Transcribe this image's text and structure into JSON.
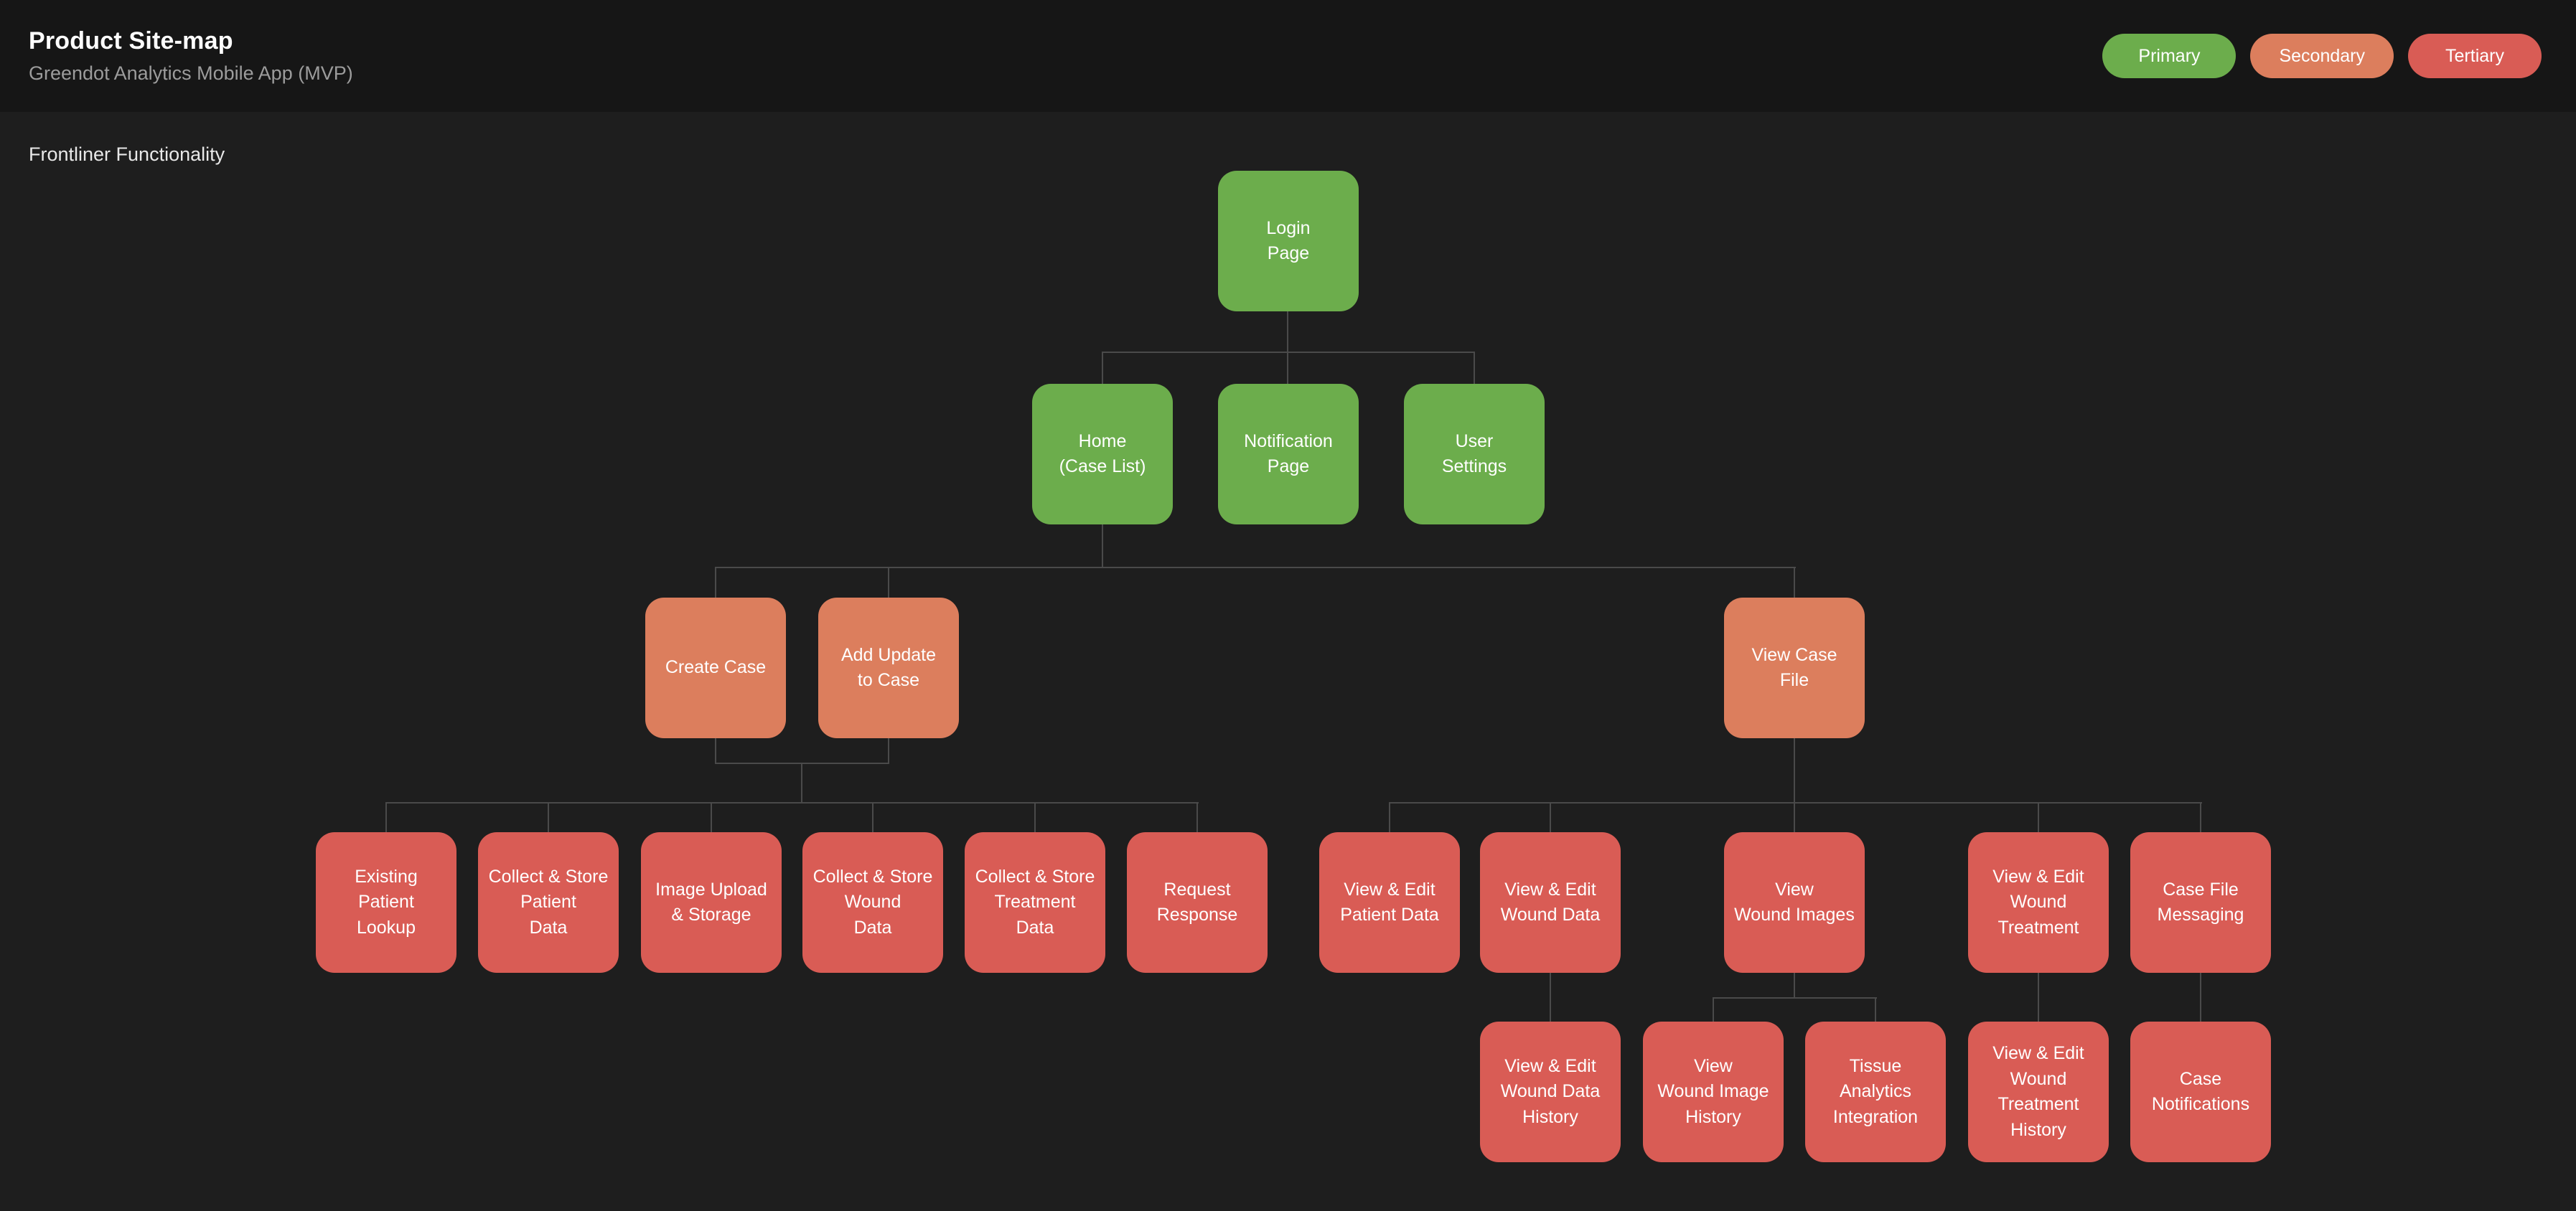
{
  "header": {
    "title": "Product Site-map",
    "subtitle": "Greendot Analytics Mobile App (MVP)",
    "legend": {
      "primary_label": "Primary",
      "secondary_label": "Secondary",
      "tertiary_label": "Tertiary"
    }
  },
  "section_label": "Frontliner Functionality",
  "colors": {
    "primary": "#6cad4c",
    "secondary": "#dc7e5d",
    "tertiary": "#d95c55",
    "connector": "#4a4a4a",
    "canvas_bg": "#1e1e1e",
    "header_bg": "#161616"
  },
  "nodes": {
    "login_page": {
      "label": "Login\nPage",
      "tier": "primary"
    },
    "home_case_list": {
      "label": "Home\n(Case List)",
      "tier": "primary"
    },
    "notification_page": {
      "label": "Notification\nPage",
      "tier": "primary"
    },
    "user_settings": {
      "label": "User\nSettings",
      "tier": "primary"
    },
    "create_case": {
      "label": "Create Case",
      "tier": "secondary"
    },
    "add_update_to_case": {
      "label": "Add Update\nto Case",
      "tier": "secondary"
    },
    "view_case_file": {
      "label": "View Case\nFile",
      "tier": "secondary"
    },
    "existing_patient_lookup": {
      "label": "Existing\nPatient\nLookup",
      "tier": "tertiary"
    },
    "collect_store_patient_data": {
      "label": "Collect & Store\nPatient\nData",
      "tier": "tertiary"
    },
    "image_upload_storage": {
      "label": "Image Upload\n& Storage",
      "tier": "tertiary"
    },
    "collect_store_wound_data": {
      "label": "Collect & Store\nWound\nData",
      "tier": "tertiary"
    },
    "collect_store_treatment_data": {
      "label": "Collect & Store\nTreatment\nData",
      "tier": "tertiary"
    },
    "request_response": {
      "label": "Request\nResponse",
      "tier": "tertiary"
    },
    "view_edit_patient_data": {
      "label": "View & Edit\nPatient Data",
      "tier": "tertiary"
    },
    "view_edit_wound_data": {
      "label": "View & Edit\nWound Data",
      "tier": "tertiary"
    },
    "view_wound_images": {
      "label": "View\nWound Images",
      "tier": "tertiary"
    },
    "view_edit_wound_treatment": {
      "label": "View & Edit\nWound\nTreatment",
      "tier": "tertiary"
    },
    "case_file_messaging": {
      "label": "Case File\nMessaging",
      "tier": "tertiary"
    },
    "view_edit_wound_data_history": {
      "label": "View & Edit\nWound Data\nHistory",
      "tier": "tertiary"
    },
    "view_wound_image_history": {
      "label": "View\nWound Image\nHistory",
      "tier": "tertiary"
    },
    "tissue_analytics_integration": {
      "label": "Tissue\nAnalytics\nIntegration",
      "tier": "tertiary"
    },
    "view_edit_wound_treatment_history": {
      "label": "View & Edit\nWound\nTreatment\nHistory",
      "tier": "tertiary"
    },
    "case_notifications": {
      "label": "Case\nNotifications",
      "tier": "tertiary"
    }
  }
}
